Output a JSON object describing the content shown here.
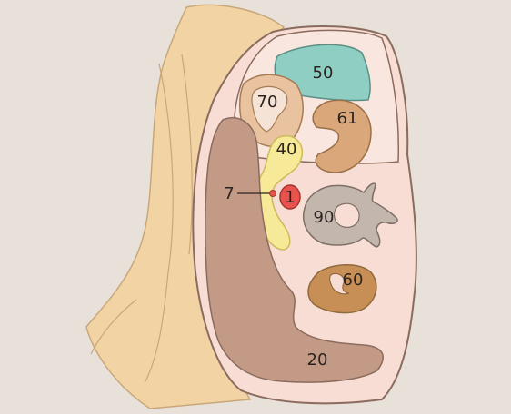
{
  "diagram": {
    "labels": {
      "l50": "50",
      "l70": "70",
      "l61": "61",
      "l40": "40",
      "l7": "7",
      "l1": "1",
      "l90": "90",
      "l60": "60",
      "l20": "20"
    },
    "colors": {
      "background": "#e8e1da",
      "cheek_skin": "#f2d3a4",
      "section_base": "#f7ddd3",
      "nasal_region": "#f9e9e3",
      "region_50": "#8fcfc3",
      "region_70": "#e9c39f",
      "region_61": "#d9a77a",
      "region_40": "#f6ea98",
      "region_1": "#e8544d",
      "region_90": "#c3b6ac",
      "region_60": "#c78f55",
      "region_20": "#c29a86"
    }
  }
}
